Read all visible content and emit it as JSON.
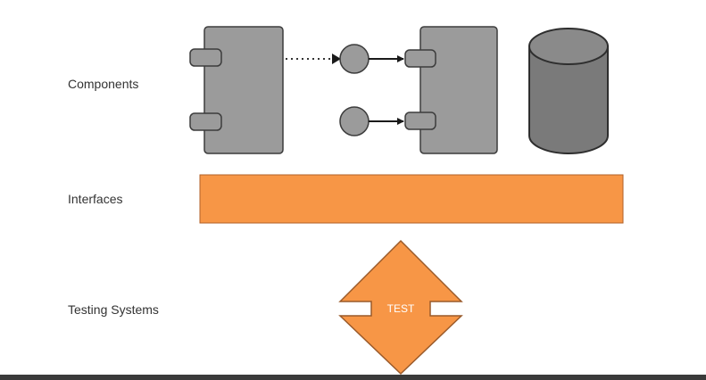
{
  "rows": {
    "components": "Components",
    "interfaces": "Interfaces",
    "testing_systems": "Testing Systems"
  },
  "test_label": "TEST",
  "colors": {
    "component_fill": "#9b9b9b",
    "component_stroke": "#3c3c3c",
    "database_fill": "#7a7a7a",
    "interface_fill": "#f79646",
    "interface_stroke": "#b0612a",
    "test_arrow_fill": "#f79646",
    "test_arrow_stroke": "#9a5a2a",
    "bottom_bar": "#3a3a3a"
  },
  "icons": {
    "component": "uml-component-icon",
    "database": "database-cylinder-icon",
    "interface_ball": "interface-ball-icon",
    "test_arrow": "double-arrow-icon"
  }
}
